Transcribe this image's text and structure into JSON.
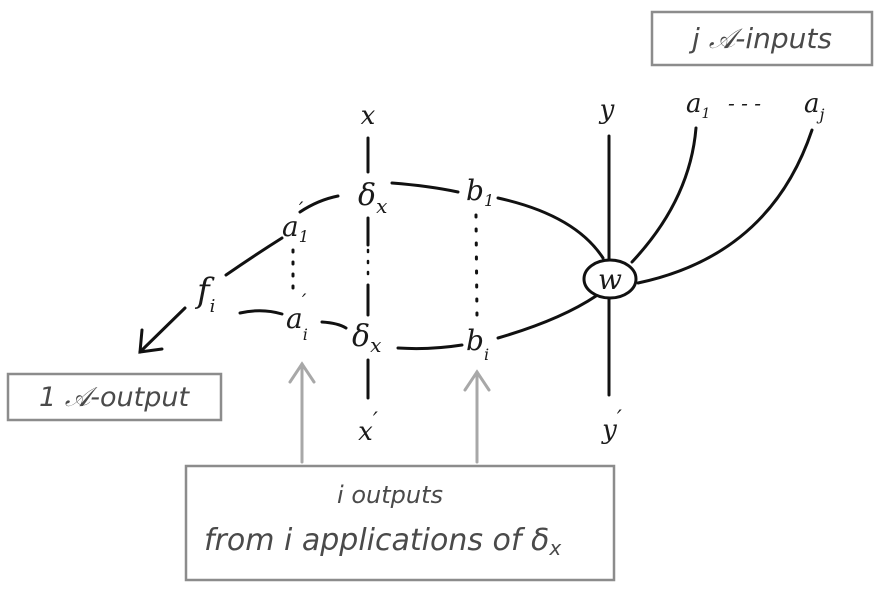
{
  "boxes": {
    "top_right": "j 𝒜-inputs",
    "bottom_left": "1 𝒜-output",
    "bottom_center_line1": "i outputs",
    "bottom_center_line2_prefix": "from i applications of ",
    "bottom_center_line2_sym": "δ",
    "bottom_center_line2_sub": "x"
  },
  "labels": {
    "x_top": "x",
    "x_bottom": "x",
    "x_prime": "′",
    "y_top": "y",
    "y_bottom": "y",
    "y_prime": "′",
    "a1_base": "a",
    "a1_sub": "1",
    "a1_prime": "′",
    "ai_base": "a",
    "ai_sub": "i",
    "ai_prime": "′",
    "delta_top": "δ",
    "delta_top_sub": "x",
    "delta_bottom": "δ",
    "delta_bottom_sub": "x",
    "b1_base": "b",
    "b1_sub": "1",
    "bi_base": "b",
    "bi_sub": "i",
    "f_base": "f",
    "f_sub": "i",
    "w_node": "w",
    "input_a1_base": "a",
    "input_a1_sub": "1",
    "input_dots": "- - -",
    "input_aj_base": "a",
    "input_aj_sub": "j"
  },
  "colors": {
    "ink": "#111111",
    "box_border": "#8c8c8c",
    "arrow_gray": "#a8a8a8"
  }
}
